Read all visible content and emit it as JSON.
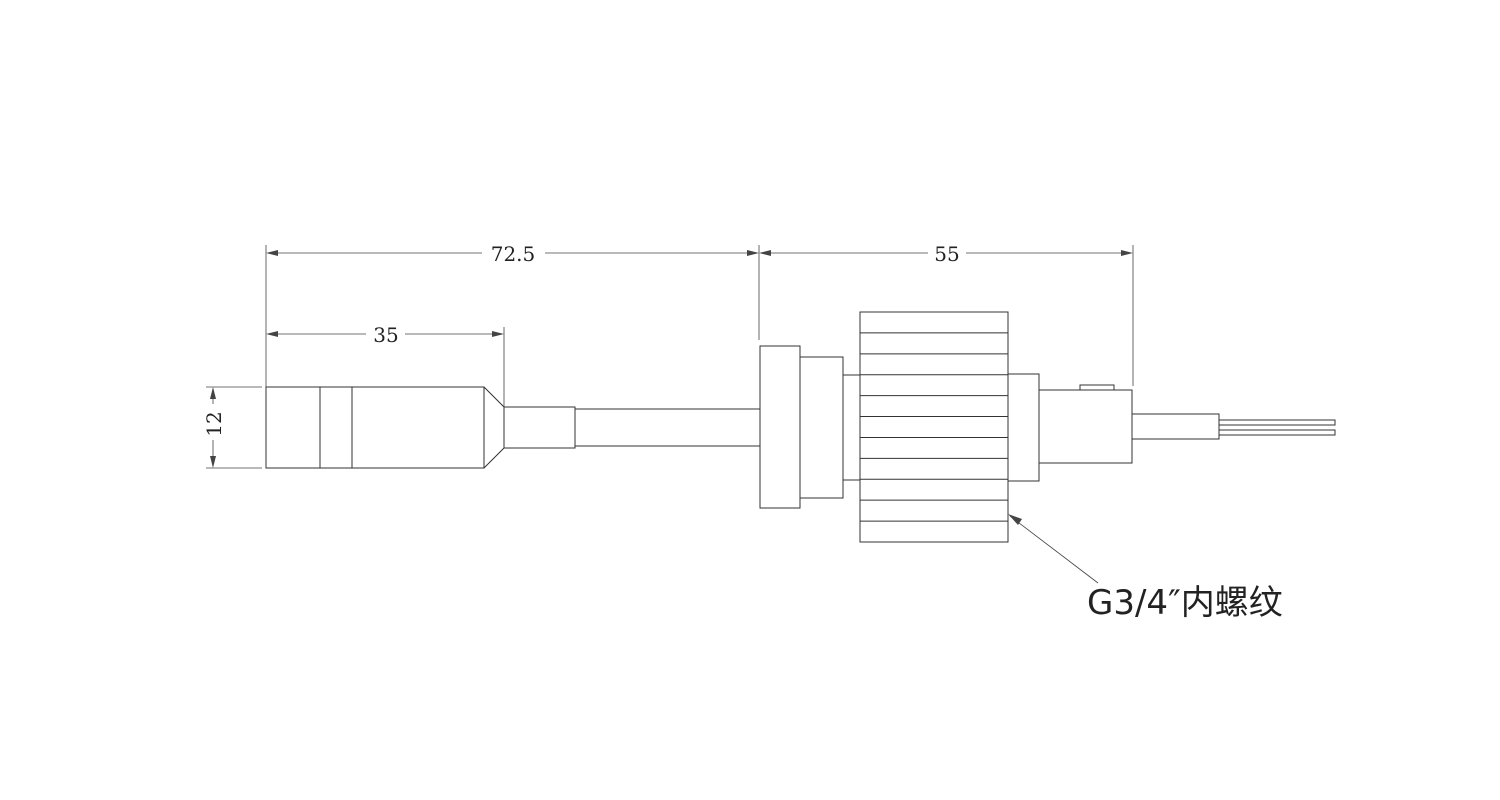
{
  "dimensions": {
    "overall_left": "72.5",
    "probe_length": "35",
    "probe_diameter": "12",
    "right_length": "55"
  },
  "callout": {
    "thread_label": "G3/4″内螺纹"
  },
  "colors": {
    "line": "#333333",
    "background": "#ffffff"
  }
}
